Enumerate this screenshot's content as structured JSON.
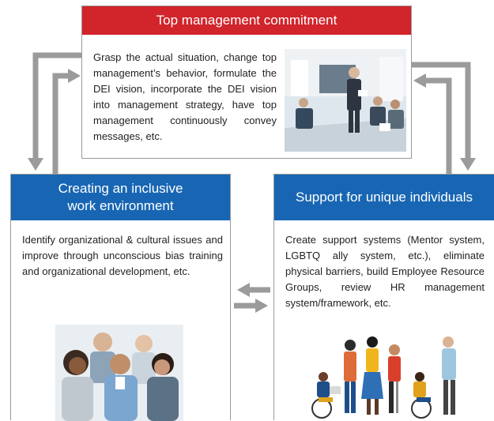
{
  "top": {
    "title": "Top management commitment",
    "body": "Grasp the actual situation, change top management’s behavior, formulate the DEI vision, incorporate the DEI vision into management strategy, have top management continuously convey messages, etc.",
    "photo": "meeting-photo"
  },
  "left": {
    "title_line1": "Creating an inclusive",
    "title_line2": "work environment",
    "body": "Identify organizational & cultural issues and improve through unconscious bias training and organizational development, etc.",
    "photo": "team-photo"
  },
  "right": {
    "title": "Support for unique individuals",
    "body": "Create support systems (Mentor system, LGBTQ ally system, etc.), eliminate physical barriers, build Employee Resource Groups, review HR management system/framework, etc.",
    "illustration": "diverse-people-illustration"
  },
  "colors": {
    "red": "#d1242b",
    "blue": "#1866b3",
    "arrow": "#9b9b9b"
  }
}
